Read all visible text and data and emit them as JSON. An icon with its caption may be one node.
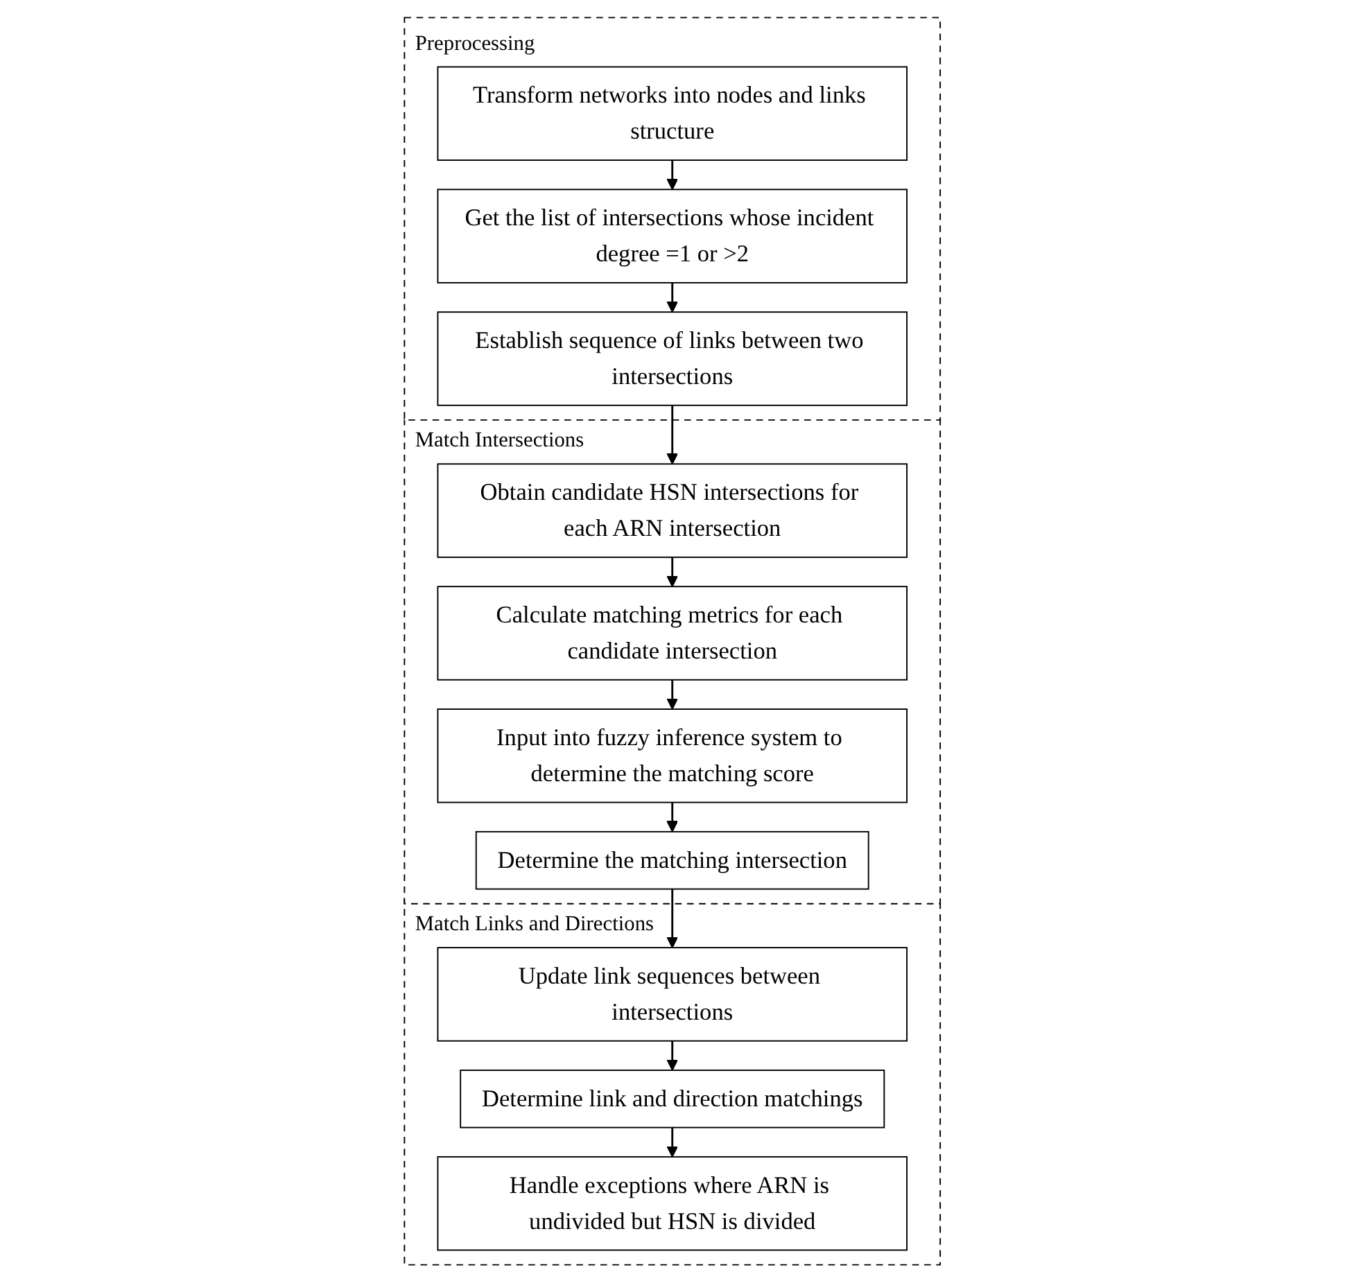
{
  "diagram": {
    "nodes": [
      {
        "text": [
          "Preprocessing"
        ]
      },
      {
        "text": [
          "Transform networks into nodes and links structure"
        ],
        "in": 0
      },
      {
        "text": [
          "Get the list of intersections whose incident degree =1 or >2"
        ],
        "in": 0
      },
      {
        "text": [
          "Establish sequence of links between two intersections"
        ],
        "in": 0
      },
      {
        "text": [
          "Match Intersections"
        ]
      },
      {
        "text": [
          "Obtain candidate HSN intersections for each ARN intersection"
        ],
        "in": 4
      },
      {
        "text": [
          "Calculate matching metrics for each candidate intersection"
        ],
        "in": 4
      },
      {
        "text": [
          "Input into fuzzy inference system to determine the matching score"
        ],
        "in": 4
      },
      {
        "text": [
          "Determine the matching intersection"
        ],
        "in": 4
      },
      {
        "text": [
          "Match Links and Directions"
        ]
      },
      {
        "text": [
          "Update link sequences between intersections"
        ],
        "in": 9
      },
      {
        "text": [
          "Determine link and direction matchings"
        ],
        "in": 9
      },
      {
        "text": [
          "Handle exceptions where ARN is undivided but HSN is divided"
        ],
        "in": 9
      }
    ],
    "edges": [
      {
        "from": 1,
        "to": 2,
        "arrow": "to"
      },
      {
        "from": 2,
        "to": 3,
        "arrow": "to"
      },
      {
        "from": 3,
        "to": 5,
        "arrow": "to"
      },
      {
        "from": 5,
        "to": 6,
        "arrow": "to"
      },
      {
        "from": 6,
        "to": 7,
        "arrow": "to"
      },
      {
        "from": 7,
        "to": 8,
        "arrow": "to"
      },
      {
        "from": 8,
        "to": 10,
        "arrow": "to"
      },
      {
        "from": 10,
        "to": 11,
        "arrow": "to"
      },
      {
        "from": 11,
        "to": 12,
        "arrow": "to"
      }
    ]
  }
}
